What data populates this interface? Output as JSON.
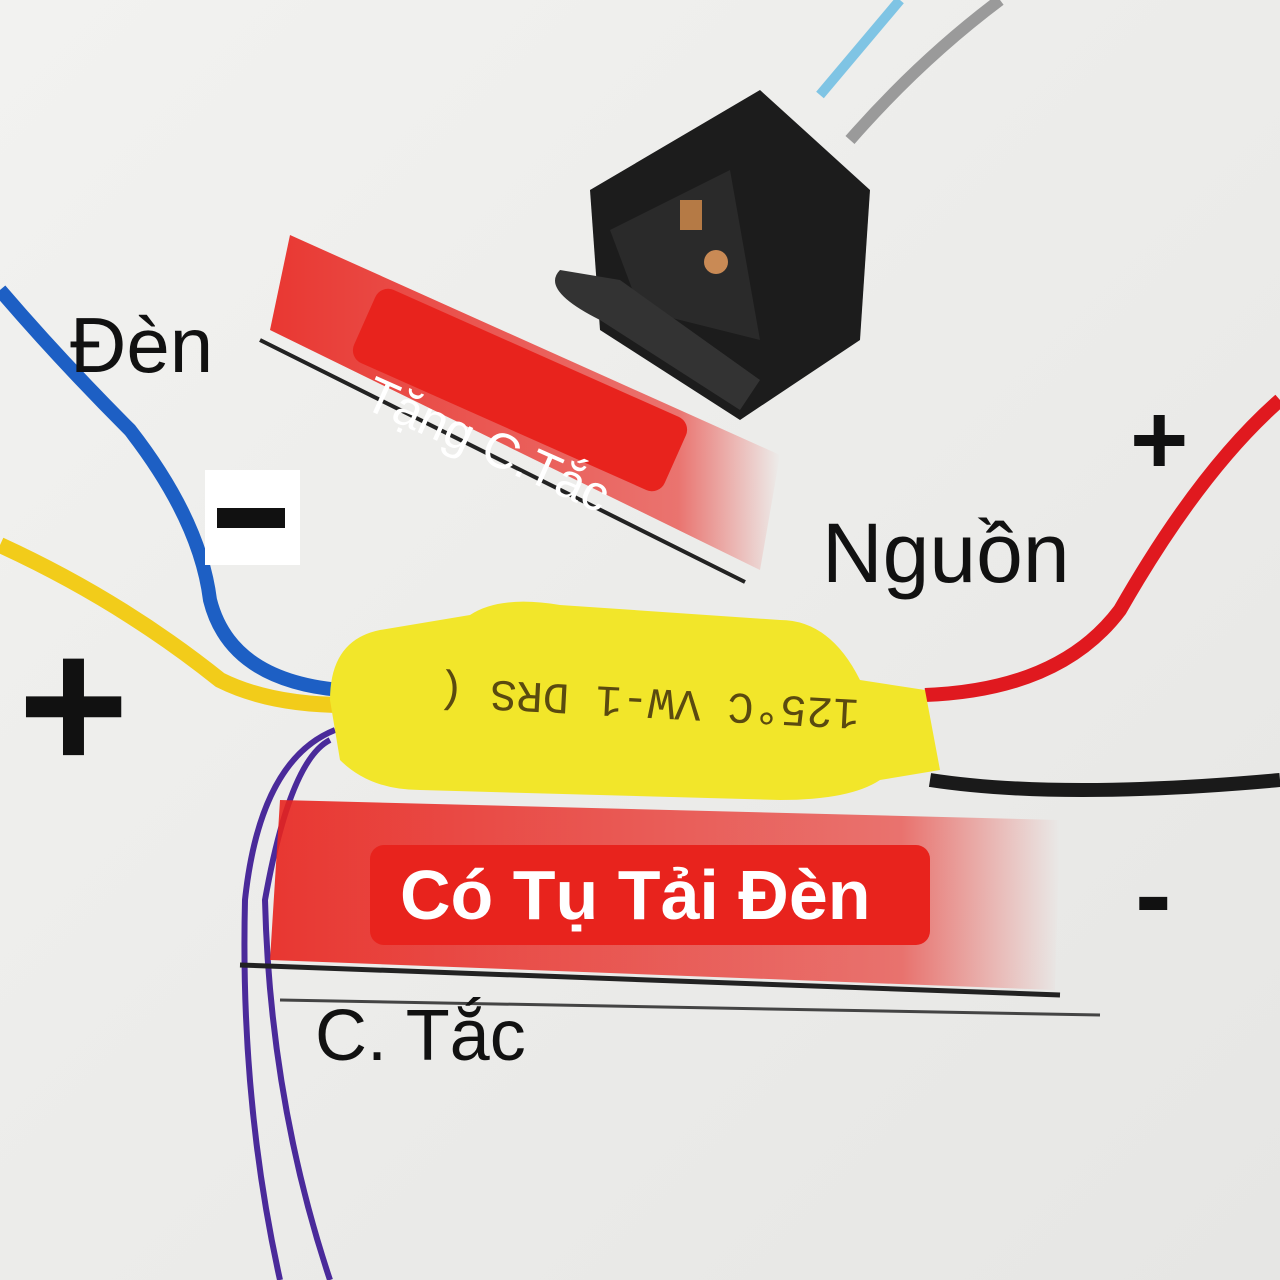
{
  "labels": {
    "lamp": "Đèn",
    "lamp_minus": "−",
    "lamp_plus": "+",
    "gift_banner": "Tặng C.Tắc",
    "power": "Nguồn",
    "power_plus": "+",
    "power_minus": "-",
    "load_banner": "Có Tụ Tải Đèn",
    "switch": "C. Tắc"
  },
  "module_print": "125°C VW-1 DRS (",
  "colors": {
    "banner_red": "#e8231d",
    "module_yellow": "#f2e62a",
    "wire_blue": "#1d5fc4",
    "wire_yellow": "#f2cc1a",
    "wire_red": "#e0191f",
    "wire_purple": "#4a2a9a",
    "wire_black": "#1a1a1a"
  }
}
